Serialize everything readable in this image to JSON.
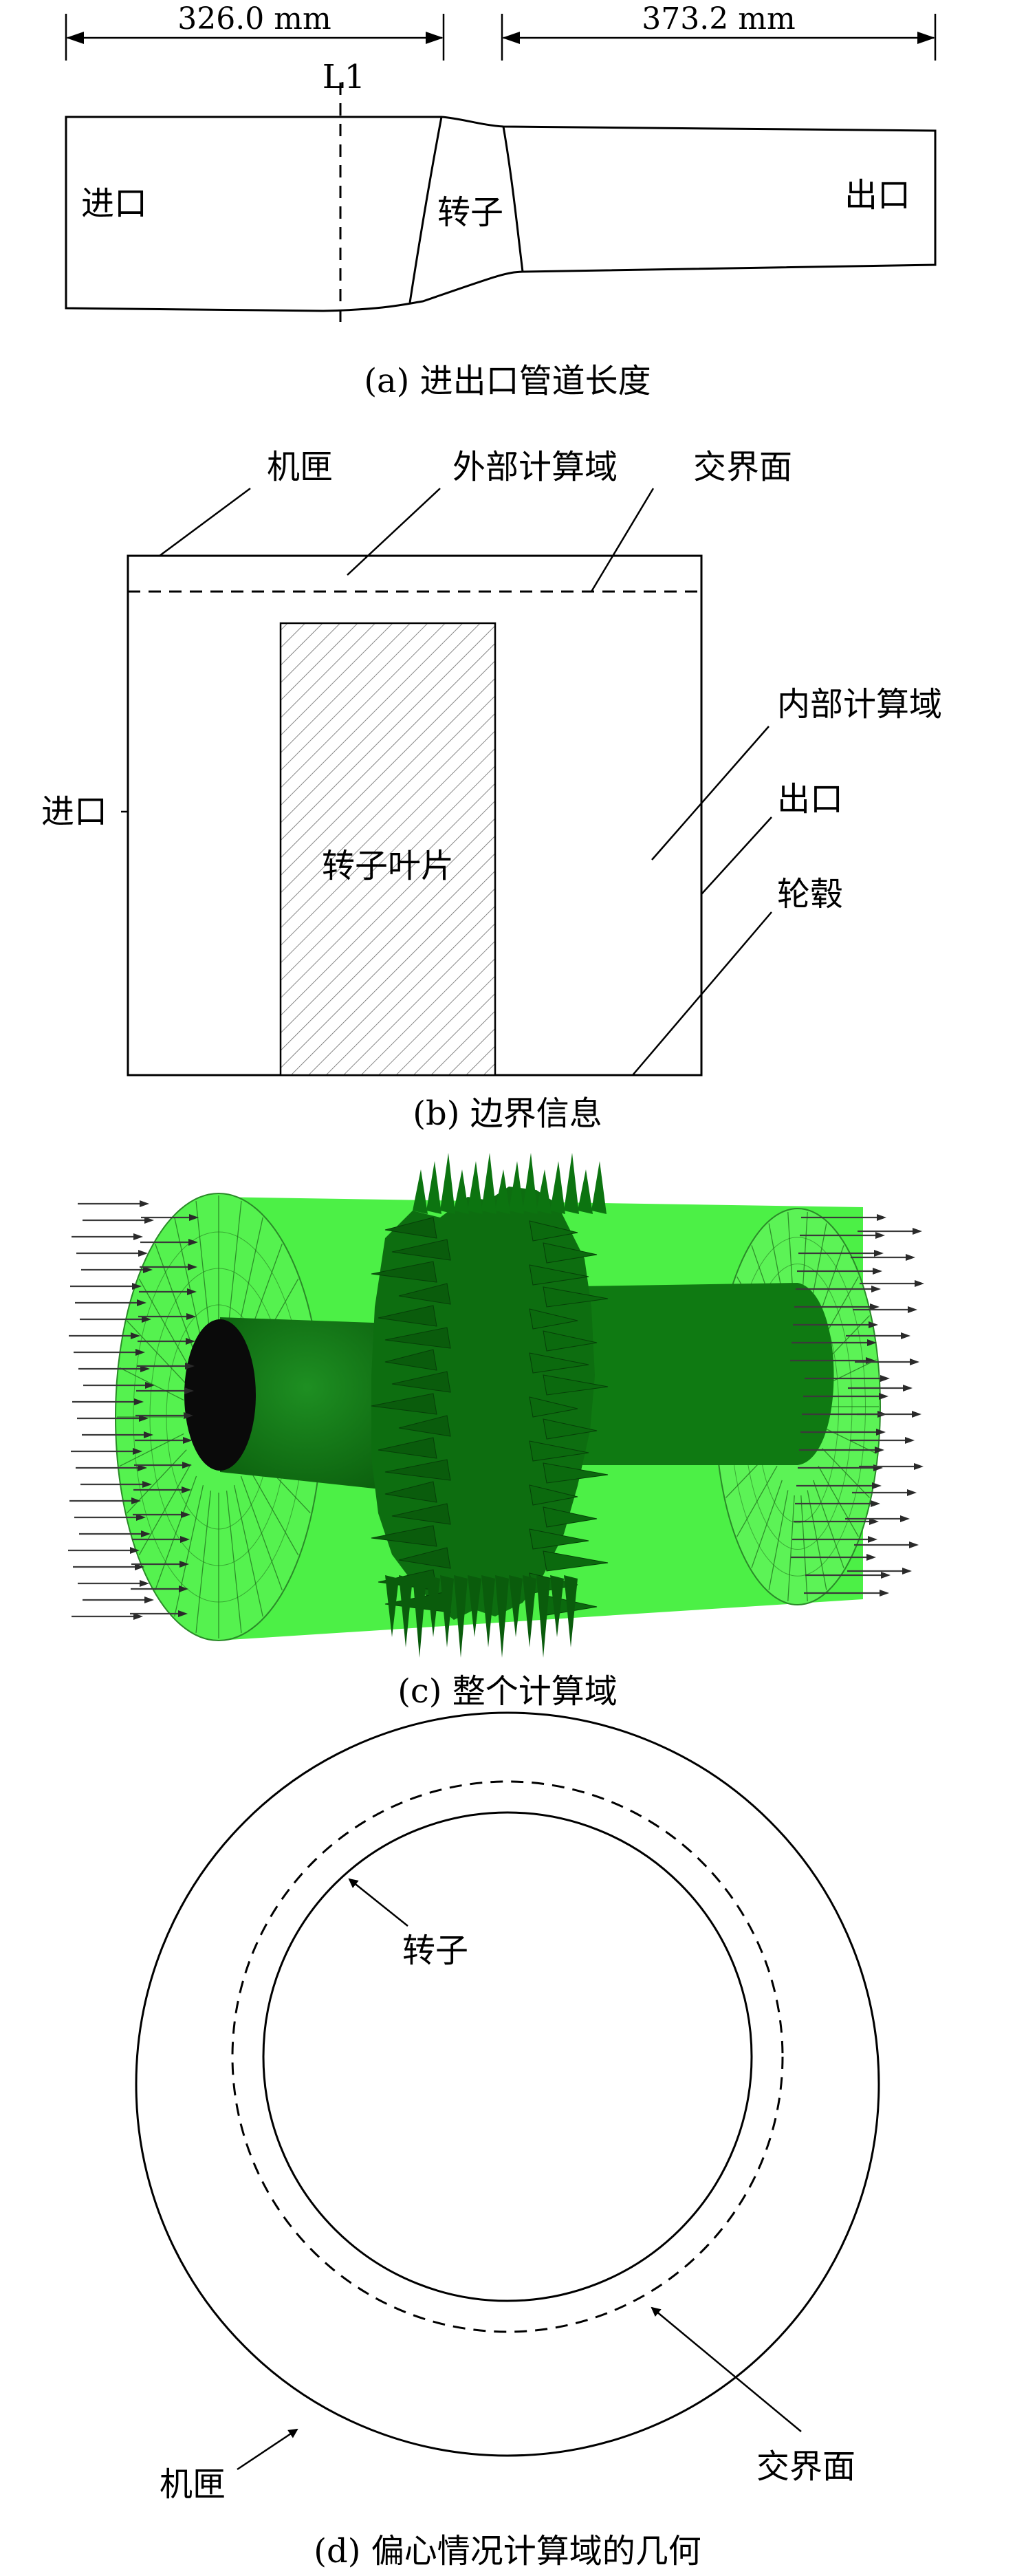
{
  "panel_a": {
    "dim_left": "326.0 mm",
    "dim_right": "373.2 mm",
    "section_label": "L1",
    "inlet": "进口",
    "rotor": "转子",
    "outlet": "出口",
    "caption": "(a) 进出口管道长度"
  },
  "panel_b": {
    "casing": "机匣",
    "outer_domain": "外部计算域",
    "interface": "交界面",
    "inner_domain": "内部计算域",
    "inlet": "进口",
    "outlet": "出口",
    "hub": "轮毂",
    "blade": "转子叶片",
    "caption": "(b) 边界信息"
  },
  "panel_c": {
    "caption": "(c) 整个计算域",
    "colors": {
      "light_green": "#4cf046",
      "dark_green": "#0e7a10",
      "hub_face": "#0a0a0a"
    }
  },
  "panel_d": {
    "rotor": "转子",
    "casing": "机匣",
    "interface": "交界面",
    "caption": "(d) 偏心情况计算域的几何"
  }
}
